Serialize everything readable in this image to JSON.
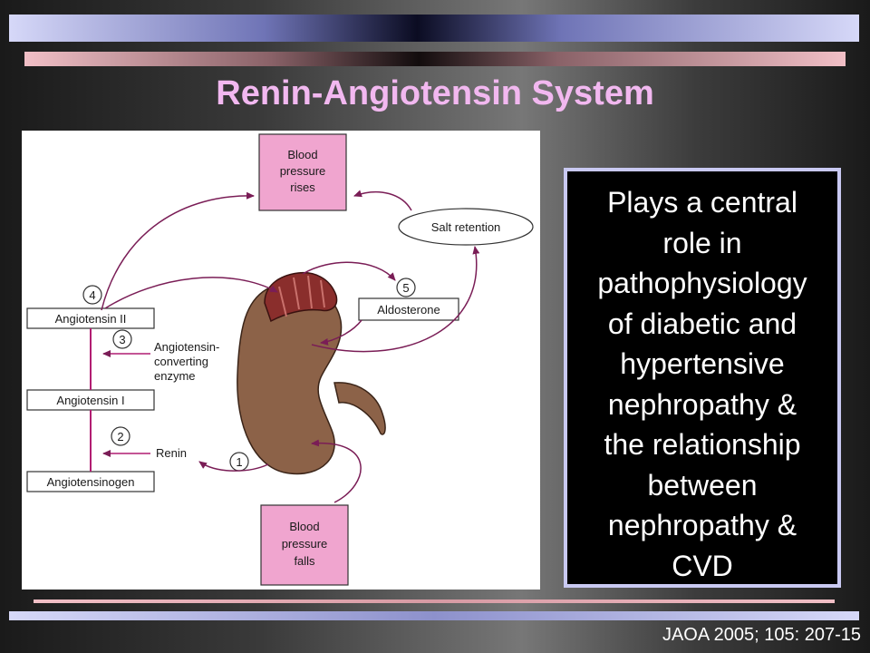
{
  "slide": {
    "title": "Renin-Angiotensin System",
    "side_text": "Plays a central\nrole in\npathophysiology\nof diabetic and\nhypertensive\nnephropathy &\nthe relationship\nbetween\nnephropathy &\nCVD",
    "citation": "JAOA 2005; 105: 207-15"
  },
  "diagram": {
    "bp_rises": [
      "Blood",
      "pressure",
      "rises"
    ],
    "bp_falls": [
      "Blood",
      "pressure",
      "falls"
    ],
    "salt_retention": "Salt retention",
    "aldosterone": "Aldosterone",
    "angiotensin_ii": "Angiotensin II",
    "angiotensin_i": "Angiotensin I",
    "angiotensinogen": "Angiotensinogen",
    "ace": [
      "Angiotensin-",
      "converting",
      "enzyme"
    ],
    "renin": "Renin",
    "steps": [
      "1",
      "2",
      "3",
      "4",
      "5"
    ]
  },
  "colors": {
    "title": "#f2b8f0",
    "bp_box": "#f0a5cf",
    "arrow": "#7a1d56",
    "kidney": "#8c6248",
    "adrenal": "#8a2e2c"
  }
}
